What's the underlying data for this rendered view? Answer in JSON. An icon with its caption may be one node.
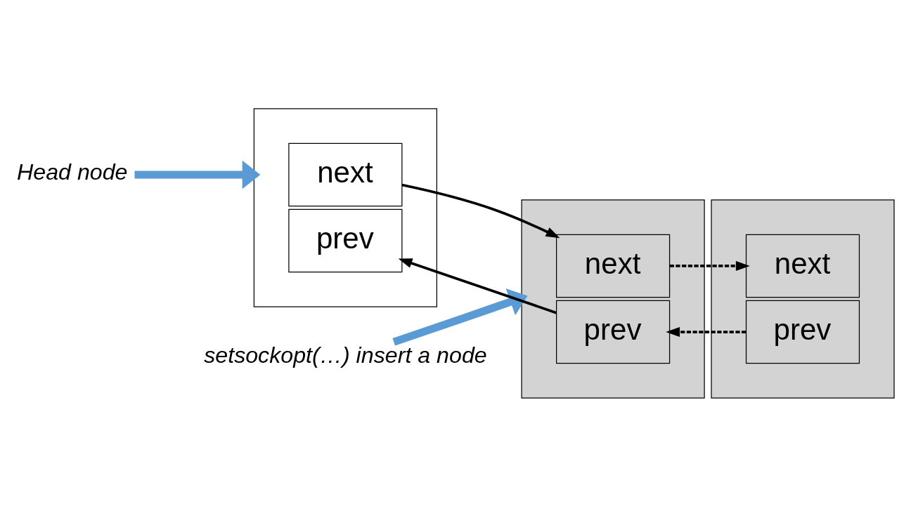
{
  "diagram": {
    "nodes": [
      {
        "text": [
          "Head node"
        ]
      },
      {
        "text": [],
        "shape": "box"
      },
      {
        "text": [
          "next"
        ],
        "in": 1
      },
      {
        "text": [
          "prev"
        ],
        "in": 1
      },
      {
        "text": [
          "setsockopt(…) insert a node"
        ]
      },
      {
        "text": [],
        "shape": "box"
      },
      {
        "text": [
          "next"
        ],
        "in": 5
      },
      {
        "text": [
          "prev"
        ],
        "in": 5
      },
      {
        "text": [],
        "shape": "box"
      },
      {
        "text": [
          "next"
        ],
        "in": 8
      },
      {
        "text": [
          "prev"
        ],
        "in": 8
      }
    ],
    "edges": [
      {
        "from": 0,
        "to": 1,
        "arrow": "to",
        "style": "thick",
        "color": "#5b9bd5"
      },
      {
        "from": 4,
        "to": 5,
        "arrow": "to",
        "style": "thick",
        "color": "#5b9bd5"
      },
      {
        "from": 2,
        "to": 6,
        "arrow": "to"
      },
      {
        "from": 6,
        "to": 9,
        "arrow": "to",
        "style": "dashed"
      },
      {
        "from": 10,
        "to": 7,
        "arrow": "to",
        "style": "dashed"
      },
      {
        "from": 7,
        "to": 3,
        "arrow": "to"
      }
    ]
  }
}
